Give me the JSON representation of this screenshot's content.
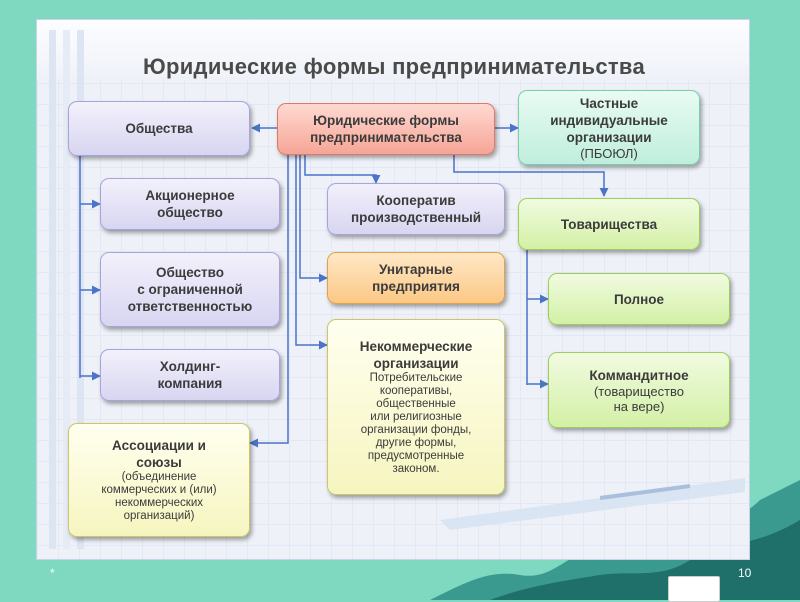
{
  "slide": {
    "title": "Юридические формы предпринимательства",
    "footer_mark": "*",
    "page_number": "10"
  },
  "nodes": {
    "root": {
      "line1": "Юридические формы",
      "line2": "предпринимательства"
    },
    "societies": {
      "label": "Общества"
    },
    "private": {
      "line1": "Частные",
      "line2": "индивидуальные",
      "line3": "организации",
      "note": "(ПБОЮЛ)"
    },
    "joint_stock": {
      "line1": "Акционерное",
      "line2": "общество"
    },
    "llc": {
      "line1": "Общество",
      "line2": "с ограниченной",
      "line3": "ответственностью"
    },
    "holding": {
      "line1": "Холдинг-",
      "line2": "компания"
    },
    "associations": {
      "line1": "Ассоциации и",
      "line2": "союзы",
      "d1": "(объединение",
      "d2": "коммерческих и (или)",
      "d3": "некоммерческих",
      "d4": "организаций)"
    },
    "cooperative": {
      "line1": "Кооператив",
      "line2": "производственный"
    },
    "unitary": {
      "line1": "Унитарные",
      "line2": "предприятия"
    },
    "nonprofit": {
      "line1": "Некоммерческие",
      "line2": "организации",
      "d1": "Потребительские",
      "d2": "кооперативы,",
      "d3": "общественные",
      "d4": "или религиозные",
      "d5": "организации фонды,",
      "d6": "другие формы,",
      "d7": "предусмотренные",
      "d8": "законом."
    },
    "partnerships": {
      "label": "Товарищества"
    },
    "full": {
      "label": "Полное"
    },
    "limited": {
      "line1": "Коммандитное",
      "line2": "(товарищество",
      "line3": "на вере)"
    }
  },
  "colors": {
    "connector": "#4a73c9",
    "background": "#7fd8c0"
  }
}
